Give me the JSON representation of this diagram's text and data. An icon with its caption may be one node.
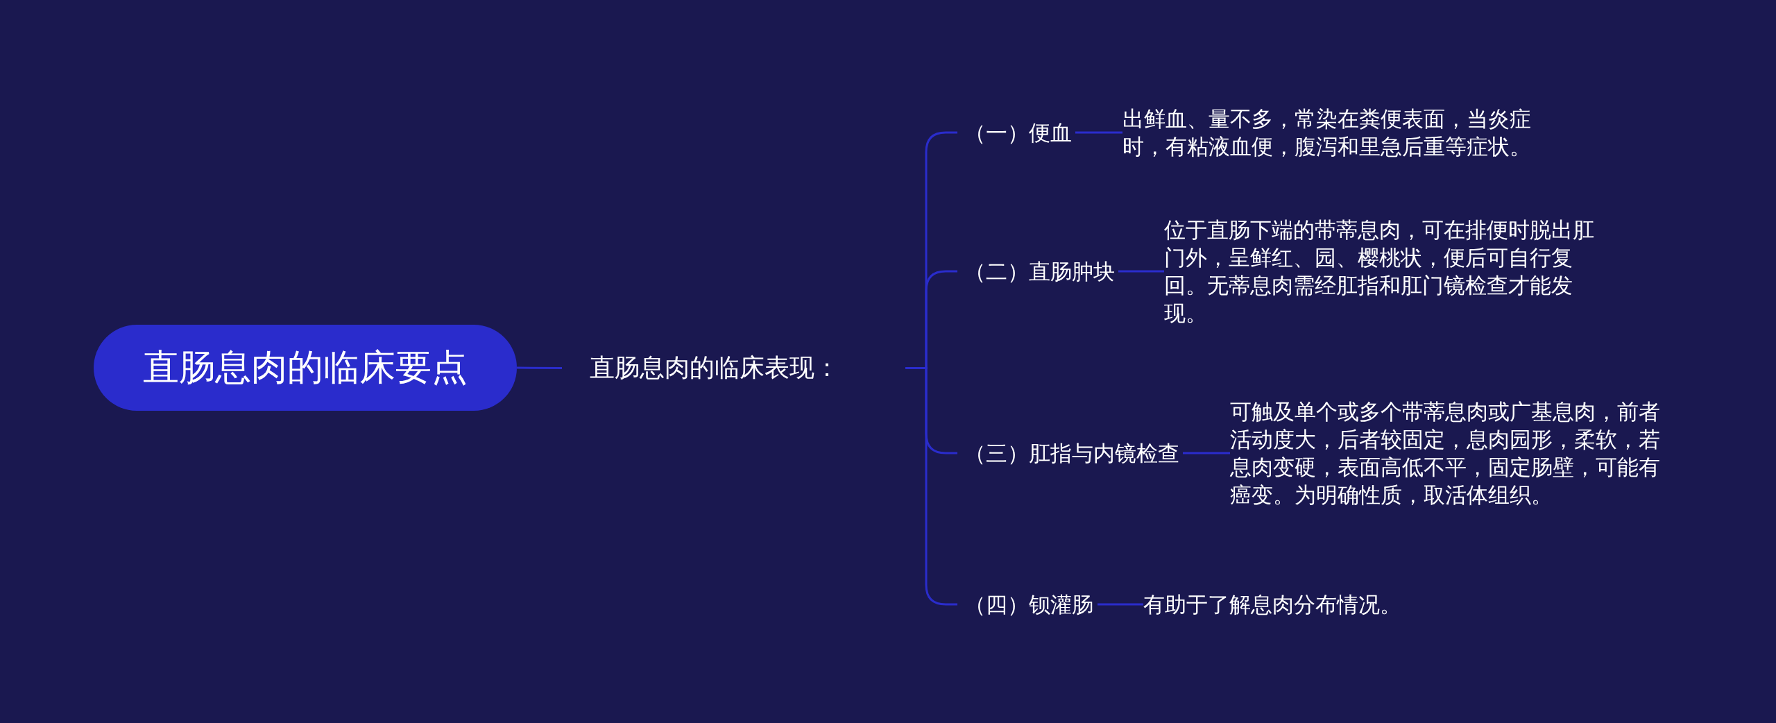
{
  "diagram": {
    "nodes": [
      {
        "text": [
          "直肠息肉的临床要点"
        ]
      },
      {
        "text": [
          "直肠息肉的临床表现："
        ]
      },
      {
        "text": [
          "（一）便血"
        ]
      },
      {
        "text": [
          "出鲜血、量不多，常染在粪便表面，当炎症时，有粘液血便，腹泻和里急后重等症状。"
        ]
      },
      {
        "text": [
          "（二）直肠肿块"
        ]
      },
      {
        "text": [
          "位于直肠下端的带蒂息肉，可在排便时脱出肛门外，呈鲜红、园、樱桃状，便后可自行复回。无蒂息肉需经肛指和肛门镜检查才能发现。"
        ]
      },
      {
        "text": [
          "（三）肛指与内镜检查"
        ]
      },
      {
        "text": [
          "可触及单个或多个带蒂息肉或广基息肉，前者活动度大，后者较固定，息肉园形，柔软，若息肉变硬，表面高低不平，固定肠壁，可能有癌变。为明确性质，取活体组织。"
        ]
      },
      {
        "text": [
          "（四）钡灌肠"
        ]
      },
      {
        "text": [
          "有助于了解息肉分布情况。"
        ]
      }
    ],
    "edges": [
      {
        "from": 0,
        "to": 1,
        "arrow": "none"
      },
      {
        "from": 1,
        "to": 2,
        "arrow": "none"
      },
      {
        "from": 1,
        "to": 4,
        "arrow": "none"
      },
      {
        "from": 1,
        "to": 6,
        "arrow": "none"
      },
      {
        "from": 1,
        "to": 8,
        "arrow": "none"
      },
      {
        "from": 2,
        "to": 3,
        "arrow": "none"
      },
      {
        "from": 4,
        "to": 5,
        "arrow": "none"
      },
      {
        "from": 6,
        "to": 7,
        "arrow": "none"
      },
      {
        "from": 8,
        "to": 9,
        "arrow": "none"
      }
    ]
  }
}
